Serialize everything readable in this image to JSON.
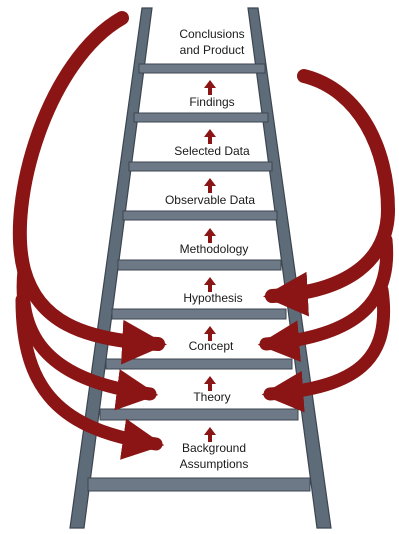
{
  "diagram": {
    "steps": [
      {
        "line1": "Conclusions",
        "line2": "and Product"
      },
      {
        "line1": "Findings",
        "line2": ""
      },
      {
        "line1": "Selected Data",
        "line2": ""
      },
      {
        "line1": "Observable Data",
        "line2": ""
      },
      {
        "line1": "Methodology",
        "line2": ""
      },
      {
        "line1": "Hypothesis",
        "line2": ""
      },
      {
        "line1": "Concept",
        "line2": ""
      },
      {
        "line1": "Theory",
        "line2": ""
      },
      {
        "line1": "Background",
        "line2": "Assumptions"
      }
    ],
    "colors": {
      "rail": "#5e6b78",
      "rail_dark": "#3c4650",
      "rung": "#6d7986",
      "arrow": "#8b1414",
      "arrow_dark": "#5c0a0a",
      "small_arrow": "#8b1414"
    }
  }
}
